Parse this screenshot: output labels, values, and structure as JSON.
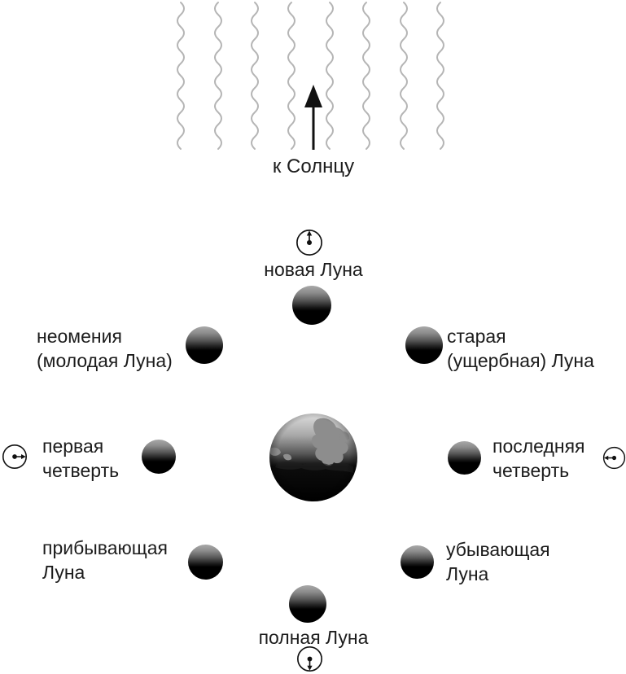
{
  "diagram": {
    "sun_label": "к Солнцу",
    "phases": {
      "new_moon": {
        "label": "новая Луна"
      },
      "neomenia": {
        "line1": "неомения",
        "line2": "(молодая Луна)"
      },
      "old_moon": {
        "line1": "старая",
        "line2": "(ущербная) Луна"
      },
      "first_quarter": {
        "line1": "первая",
        "line2": "четверть"
      },
      "last_quarter": {
        "line1": "последняя",
        "line2": "четверть"
      },
      "waxing_moon": {
        "line1": "прибывающая",
        "line2": "Луна"
      },
      "waning_moon": {
        "line1": "убывающая",
        "line2": "Луна"
      },
      "full_moon": {
        "label": "полная Луна"
      }
    },
    "icons": {
      "sun_rays": "wavy-sunlight-rays",
      "sun_arrow": "arrow-up-to-sun",
      "earth": "earth-globe",
      "observer_top": "view-direction-up",
      "observer_bottom": "view-direction-down",
      "observer_left": "view-direction-right",
      "observer_right": "view-direction-left"
    },
    "colors": {
      "background": "#ffffff",
      "text": "#1c1c1c",
      "rays": "#b5b5b5",
      "arrow": "#111111",
      "moon_lit": "#a8a8a8",
      "moon_dark": "#000000"
    }
  }
}
